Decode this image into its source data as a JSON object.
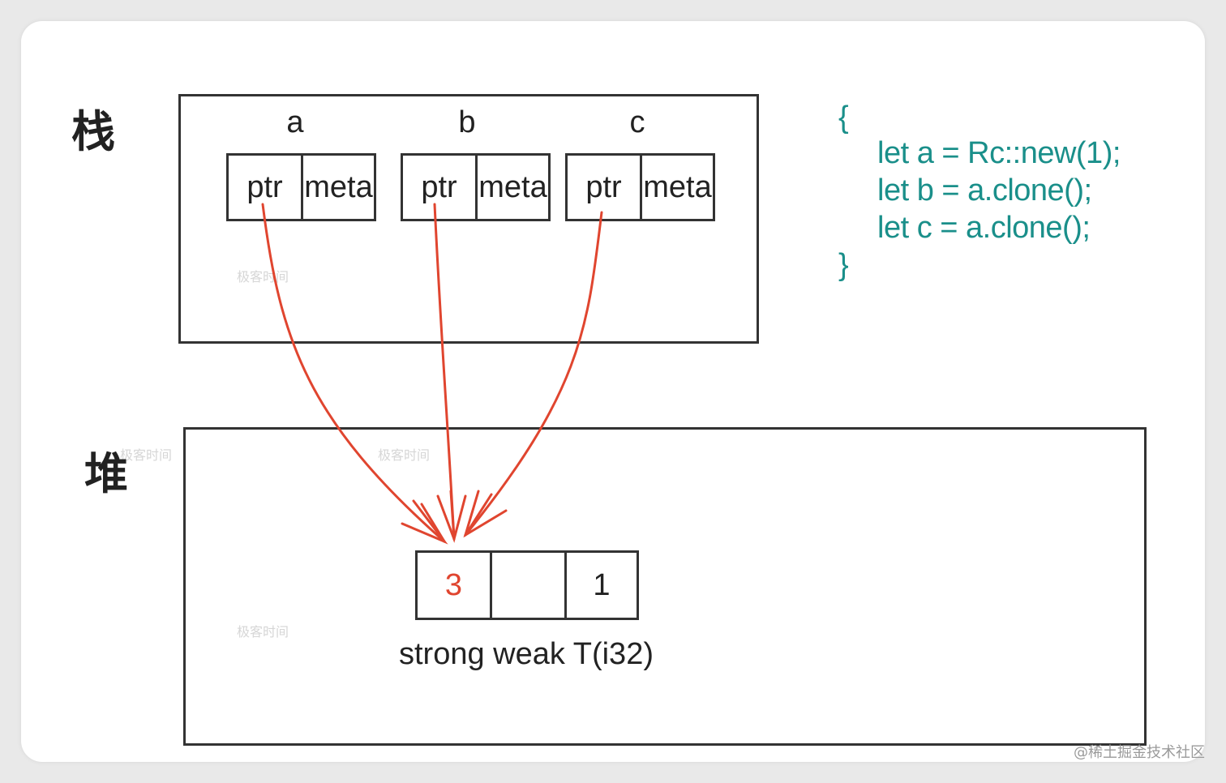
{
  "labels": {
    "stack": "栈",
    "heap": "堆"
  },
  "stack_vars": [
    {
      "name": "a",
      "ptr": "ptr",
      "meta": "meta"
    },
    {
      "name": "b",
      "ptr": "ptr",
      "meta": "meta"
    },
    {
      "name": "c",
      "ptr": "ptr",
      "meta": "meta"
    }
  ],
  "heap_cells": [
    {
      "value": "3",
      "color": "#e0452f"
    },
    {
      "value": ""
    },
    {
      "value": "1"
    }
  ],
  "heap_caption": "strong weak T(i32)",
  "code": {
    "open_brace": "{",
    "lines": [
      "let a = Rc::new(1);",
      "let b = a.clone();",
      "let c = a.clone();"
    ],
    "close_brace": "}"
  },
  "colors": {
    "arrow": "#e0452f",
    "code": "#1a8f8a"
  },
  "watermark": "极客时间",
  "credit": "@稀土掘金技术社区"
}
